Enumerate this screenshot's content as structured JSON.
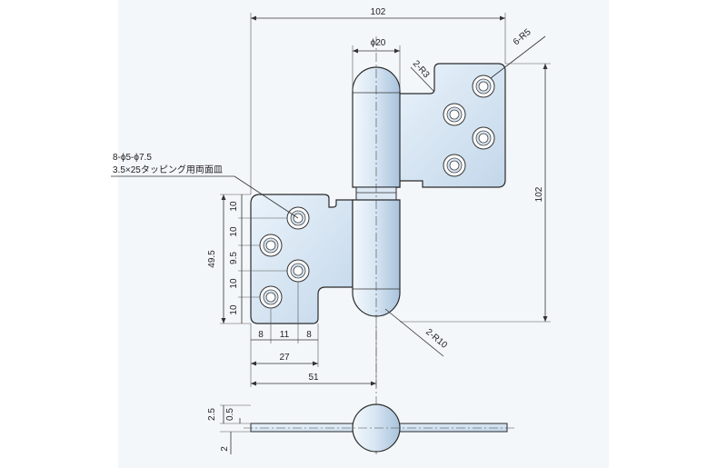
{
  "colors": {
    "background": "#ffffff",
    "panel": "#f4f7fa",
    "part_light": "#e4eff9",
    "part_dark": "#b9cfe3",
    "line": "#2a2a2a"
  },
  "dimensions": {
    "overall_width": "102",
    "overall_height": "102",
    "pin_diameter": "ϕ20",
    "corner_radius_small": "2-R3",
    "corner_radius_holes": "6-R5",
    "knuckle_radius": "2-R10",
    "hole_spec_line1": "8-ϕ5-ϕ7.5",
    "hole_spec_line2": "3.5×25タッピング用両面皿",
    "vertical_span": "49.5",
    "v_10_a": "10",
    "v_10_b": "10",
    "v_9_5": "9.5",
    "v_10_c": "10",
    "v_10_d": "10",
    "h_8_a": "8",
    "h_11": "11",
    "h_8_b": "8",
    "h_27": "27",
    "h_51": "51",
    "side_2_5": "2.5",
    "side_0_5": "0.5",
    "side_2": "2"
  }
}
